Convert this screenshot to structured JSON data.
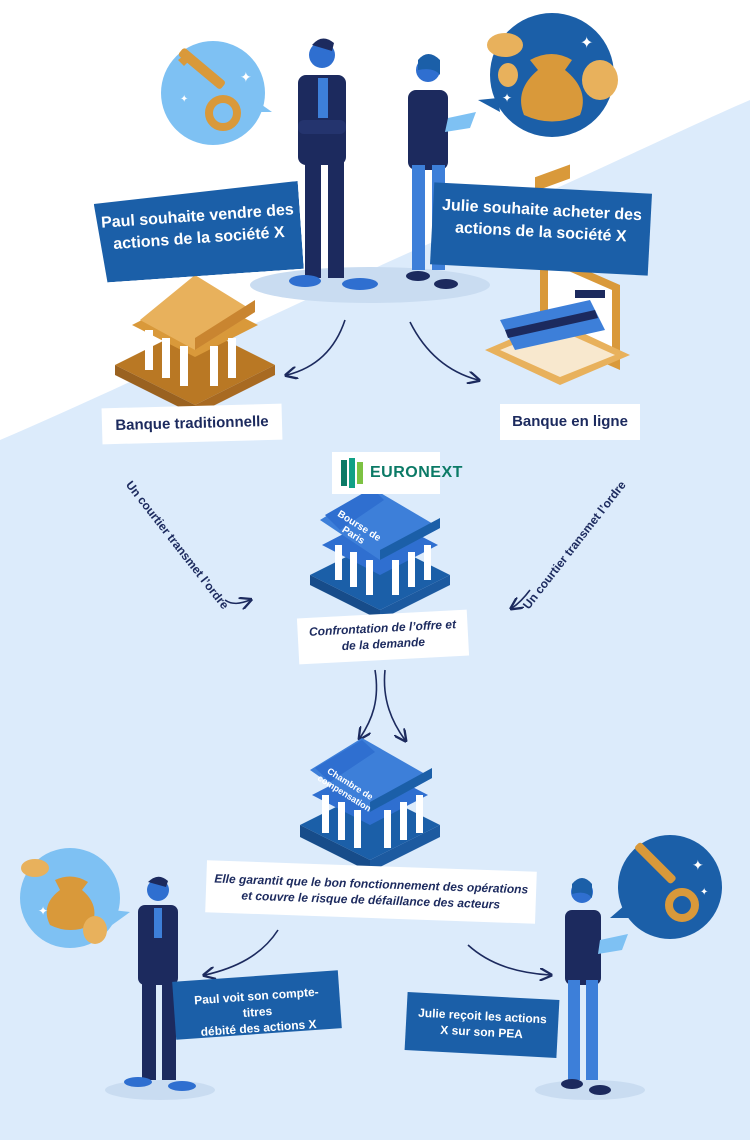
{
  "people": {
    "seller_label": "Paul souhaite vendre des actions de la société X",
    "buyer_label": "Julie souhaite acheter des actions de la société X"
  },
  "banks": {
    "traditional": "Banque traditionnelle",
    "online": "Banque en ligne"
  },
  "broker": {
    "left": "Un courtier transmet l’ordre",
    "right": "Un courtier transmet l’ordre"
  },
  "exchange": {
    "logo_text": "EURONEXT",
    "building_label_line1": "Bourse de",
    "building_label_line2": "Paris",
    "caption": "Confrontation de l’offre et de la demande"
  },
  "clearing": {
    "building_label_line1": "Chambre de",
    "building_label_line2": "compensation",
    "caption_line1": "Elle garantit que le bon fonctionnement des opérations",
    "caption_line2": "et couvre le risque de défaillance des acteurs"
  },
  "outcomes": {
    "seller_line1": "Paul voit son compte-titres",
    "seller_line2": "débité des actions X",
    "buyer_line1": "Julie reçoit les actions",
    "buyer_line2": "X sur son PEA"
  },
  "colors": {
    "navy": "#1c2a5e",
    "label_blue": "#1b5fa8",
    "light_bg": "#dcebfb",
    "gold": "#d9993a",
    "building_blue": "#2f6fd0",
    "euronext_green": "#0b7a66"
  }
}
